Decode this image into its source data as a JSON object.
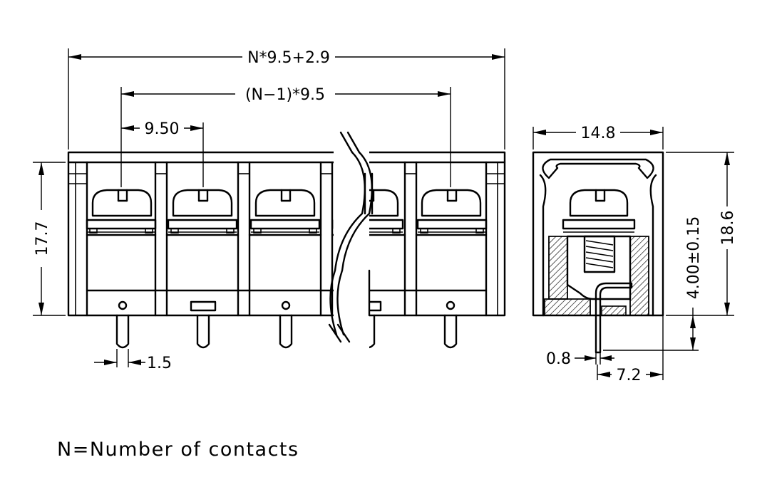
{
  "front_view": {
    "overall_width_dim": "N*9.5+2.9",
    "span_dim": "(N−1)*9.5",
    "pitch_dim": "9.50",
    "height_dim": "17.7",
    "pin_width_dim": "1.5"
  },
  "side_view": {
    "width_dim": "14.8",
    "height_dim": "18.6",
    "pin_length_dim": "4.00±0.15",
    "pin_thickness_dim": "0.8",
    "pin_offset_dim": "7.2"
  },
  "note": "N=Number of contacts"
}
